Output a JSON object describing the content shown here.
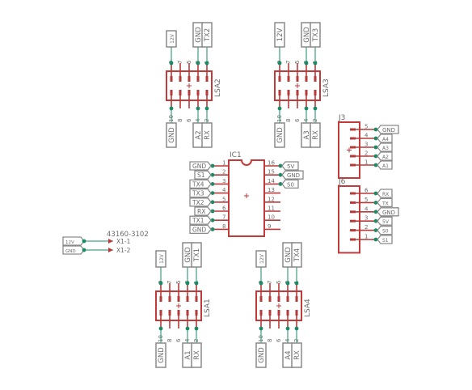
{
  "colors": {
    "part": "#c23a3a",
    "pin": "#b73a3a",
    "wire": "#1a8a67",
    "label": "#8a8a8a",
    "text": "#6b6b6b",
    "bg": "#ffffff"
  },
  "headers": [
    {
      "name": "LSA2",
      "top_pins": [
        "9",
        "7",
        "5",
        "3",
        "1"
      ],
      "bottom_pins": [
        "10",
        "8",
        "6",
        "4",
        "2"
      ],
      "top_labels": [
        {
          "pin": "9",
          "text": "12V",
          "small": true
        },
        {
          "pin": "3",
          "text": "GND"
        },
        {
          "pin": "1",
          "text": "TX2"
        }
      ],
      "bottom_labels": [
        {
          "pin": "10",
          "text": "GND"
        },
        {
          "pin": "4",
          "text": "A2"
        },
        {
          "pin": "2",
          "text": "RX"
        }
      ]
    },
    {
      "name": "LSA3",
      "top_pins": [
        "9",
        "7",
        "5",
        "3",
        "1"
      ],
      "bottom_pins": [
        "10",
        "8",
        "6",
        "4",
        "2"
      ],
      "top_labels": [
        {
          "pin": "9",
          "text": "12V"
        },
        {
          "pin": "3",
          "text": "GND"
        },
        {
          "pin": "1",
          "text": "TX3"
        }
      ],
      "bottom_labels": [
        {
          "pin": "10",
          "text": "GND"
        },
        {
          "pin": "4",
          "text": "A3"
        },
        {
          "pin": "2",
          "text": "RX"
        }
      ]
    },
    {
      "name": "LSA1",
      "top_pins": [
        "9",
        "7",
        "5",
        "3",
        "1"
      ],
      "bottom_pins": [
        "10",
        "8",
        "6",
        "4",
        "2"
      ],
      "top_labels": [
        {
          "pin": "9",
          "text": "12V",
          "small": true
        },
        {
          "pin": "3",
          "text": "GND"
        },
        {
          "pin": "1",
          "text": "TX1"
        }
      ],
      "bottom_labels": [
        {
          "pin": "10",
          "text": "GND"
        },
        {
          "pin": "4",
          "text": "A1"
        },
        {
          "pin": "2",
          "text": "RX"
        }
      ]
    },
    {
      "name": "LSA4",
      "top_pins": [
        "9",
        "7",
        "5",
        "3",
        "1"
      ],
      "bottom_pins": [
        "10",
        "8",
        "6",
        "4",
        "2"
      ],
      "top_labels": [
        {
          "pin": "9",
          "text": "12V",
          "small": true
        },
        {
          "pin": "3",
          "text": "GND"
        },
        {
          "pin": "1",
          "text": "TX4"
        }
      ],
      "bottom_labels": [
        {
          "pin": "10",
          "text": "GND"
        },
        {
          "pin": "4",
          "text": "A4"
        },
        {
          "pin": "2",
          "text": "RX"
        }
      ]
    }
  ],
  "ic": {
    "name": "IC1",
    "left_pins": [
      {
        "num": "1",
        "label": "GND"
      },
      {
        "num": "2",
        "label": "S1"
      },
      {
        "num": "3",
        "label": "TX4"
      },
      {
        "num": "4",
        "label": "TX3"
      },
      {
        "num": "5",
        "label": "TX2"
      },
      {
        "num": "6",
        "label": "RX"
      },
      {
        "num": "7",
        "label": "TX1"
      },
      {
        "num": "8",
        "label": "GND"
      }
    ],
    "right_pins": [
      {
        "num": "16",
        "label": "5V"
      },
      {
        "num": "15",
        "label": "GND"
      },
      {
        "num": "14",
        "label": "S0"
      },
      {
        "num": "13",
        "label": ""
      },
      {
        "num": "12",
        "label": ""
      },
      {
        "num": "11",
        "label": ""
      },
      {
        "num": "10",
        "label": ""
      },
      {
        "num": "9",
        "label": ""
      }
    ]
  },
  "connectors": [
    {
      "name": "J3",
      "pins": [
        {
          "num": "5",
          "label": "GND"
        },
        {
          "num": "4",
          "label": "A4"
        },
        {
          "num": "3",
          "label": "A3"
        },
        {
          "num": "2",
          "label": "A2"
        },
        {
          "num": "1",
          "label": "A1"
        }
      ]
    },
    {
      "name": "J6",
      "pins": [
        {
          "num": "6",
          "label": "RX"
        },
        {
          "num": "5",
          "label": "TX"
        },
        {
          "num": "4",
          "label": "GND"
        },
        {
          "num": "3",
          "label": "5V"
        },
        {
          "num": "2",
          "label": "S0"
        },
        {
          "num": "1",
          "label": "S1"
        }
      ]
    }
  ],
  "terminal": {
    "name": "43160-3102",
    "pins": [
      {
        "num": "X1-1",
        "label": "12V"
      },
      {
        "num": "X1-2",
        "label": "GND"
      }
    ]
  }
}
